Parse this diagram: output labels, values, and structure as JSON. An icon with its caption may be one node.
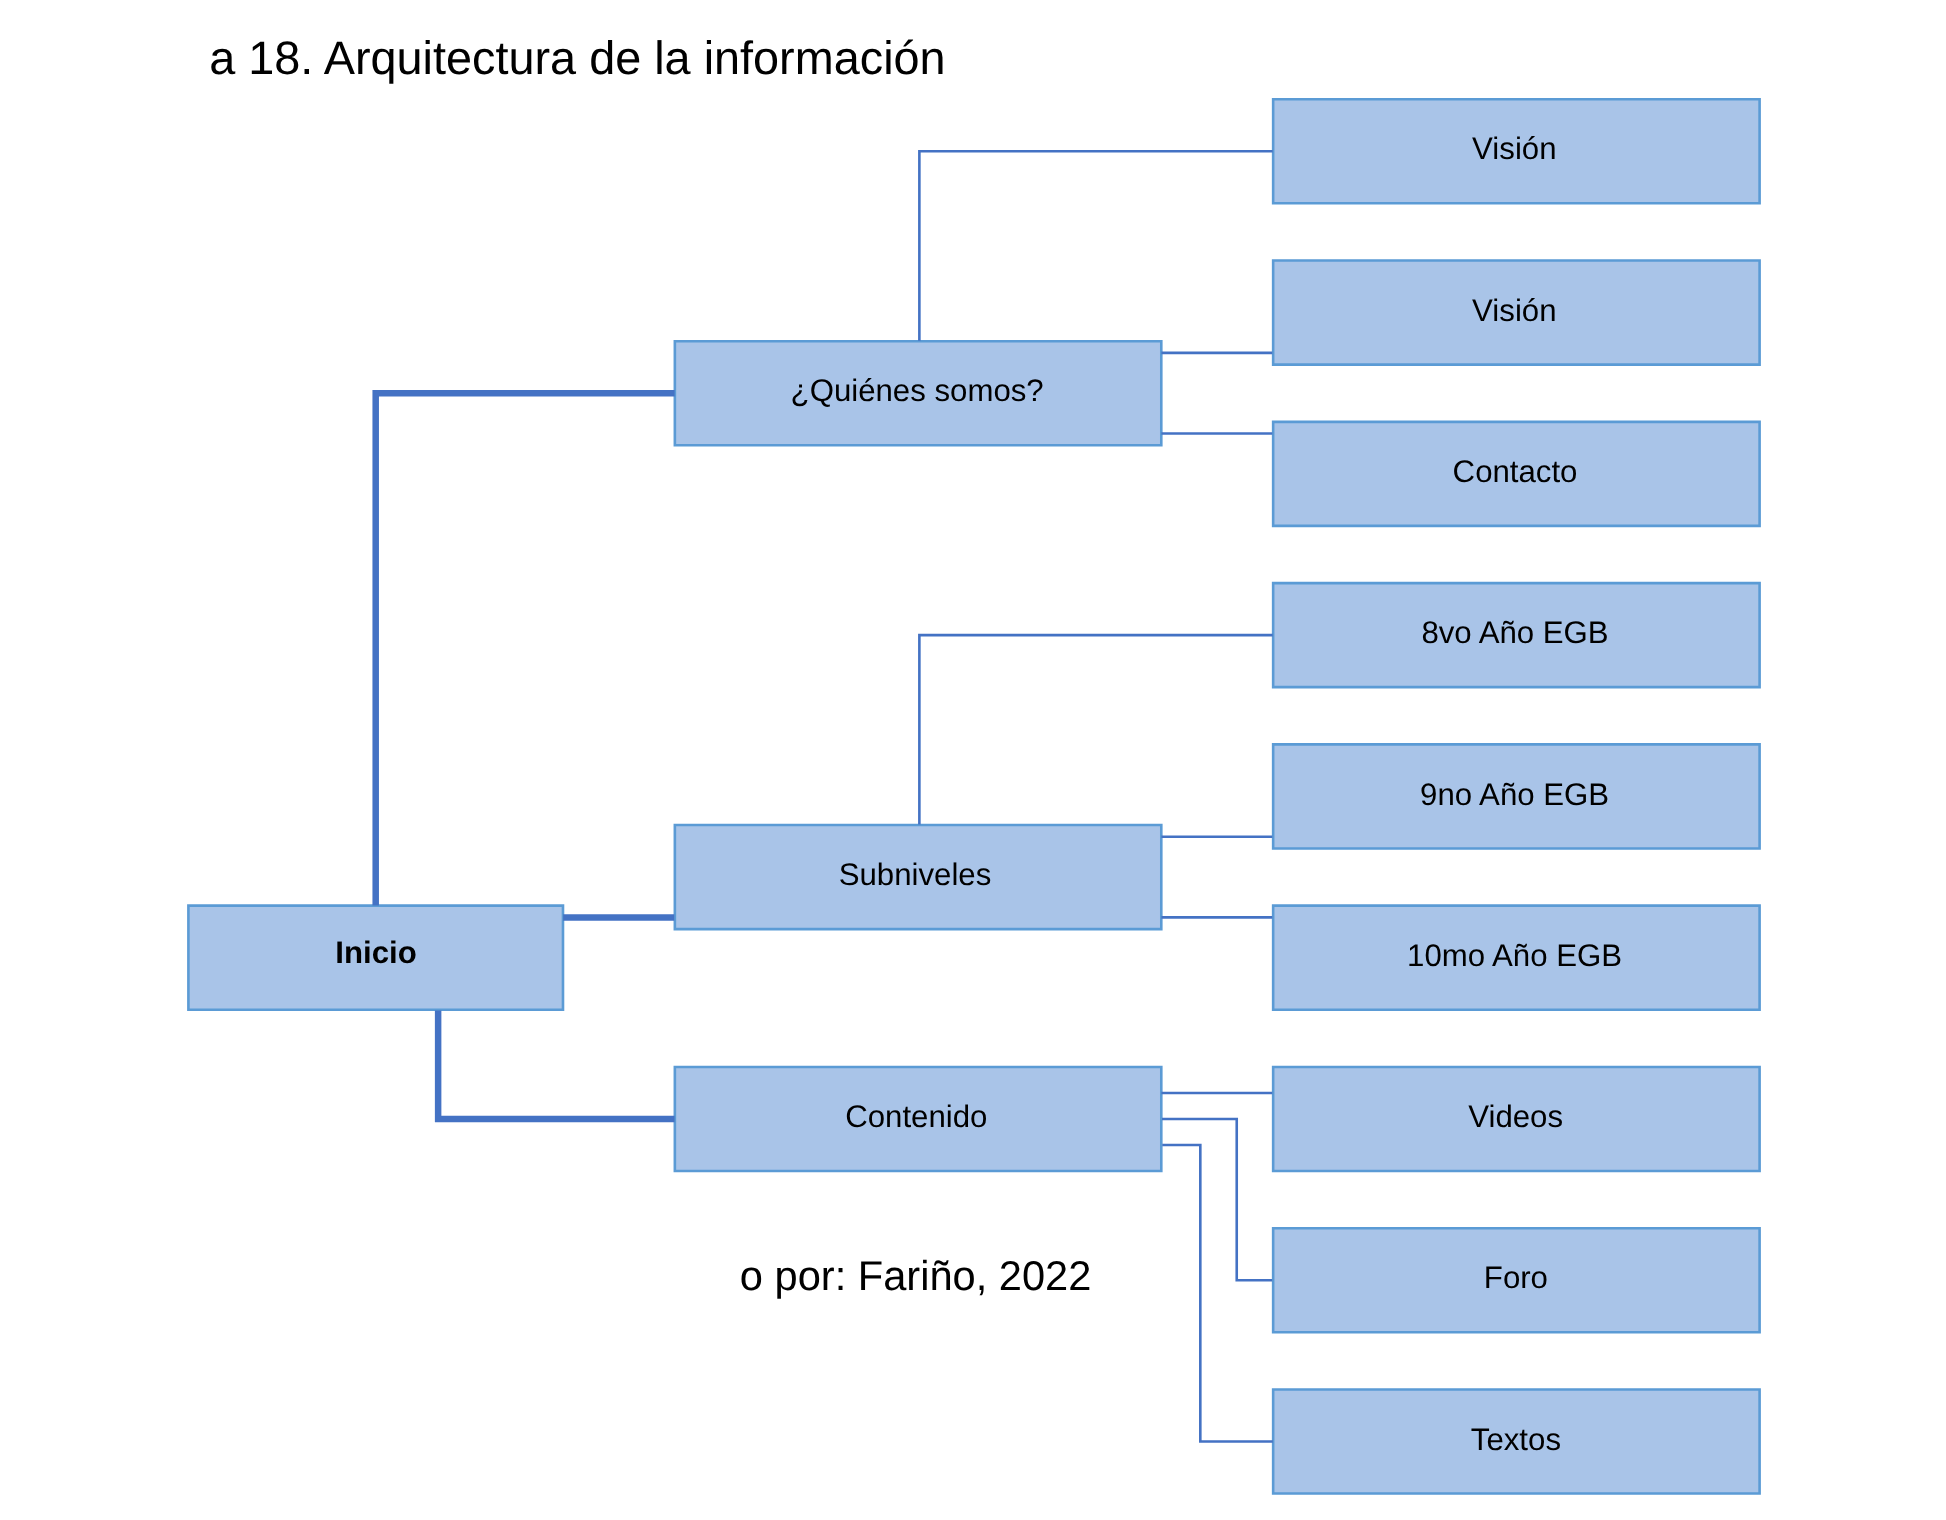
{
  "diagram": {
    "title": "a 18. Arquitectura de la información",
    "nodes": [
      {
        "text": [
          "Inicio"
        ]
      },
      {
        "text": [
          "¿Quiénes somos?"
        ]
      },
      {
        "text": [
          "Subniveles"
        ]
      },
      {
        "text": [
          "Contenido"
        ]
      },
      {
        "text": [
          "Visión"
        ]
      },
      {
        "text": [
          "Visión"
        ]
      },
      {
        "text": [
          "Contacto"
        ]
      },
      {
        "text": [
          "8vo Año EGB"
        ]
      },
      {
        "text": [
          "9no Año EGB"
        ]
      },
      {
        "text": [
          "10mo Año EGB"
        ]
      },
      {
        "text": [
          "Videos"
        ]
      },
      {
        "text": [
          "Foro"
        ]
      },
      {
        "text": [
          "Textos"
        ]
      }
    ],
    "edges": [
      {
        "from": 0,
        "to": 1,
        "arrow": "none",
        "style": "thick"
      },
      {
        "from": 0,
        "to": 2,
        "arrow": "none",
        "style": "thick"
      },
      {
        "from": 0,
        "to": 3,
        "arrow": "none",
        "style": "thick"
      },
      {
        "from": 1,
        "to": 4,
        "arrow": "none"
      },
      {
        "from": 1,
        "to": 5,
        "arrow": "none"
      },
      {
        "from": 1,
        "to": 6,
        "arrow": "none"
      },
      {
        "from": 2,
        "to": 7,
        "arrow": "none"
      },
      {
        "from": 2,
        "to": 8,
        "arrow": "none"
      },
      {
        "from": 2,
        "to": 9,
        "arrow": "none"
      },
      {
        "from": 3,
        "to": 10,
        "arrow": "none"
      },
      {
        "from": 3,
        "to": 11,
        "arrow": "none"
      },
      {
        "from": 3,
        "to": 12,
        "arrow": "none"
      }
    ],
    "labels": [
      "o por: Fariño, 2022"
    ]
  }
}
